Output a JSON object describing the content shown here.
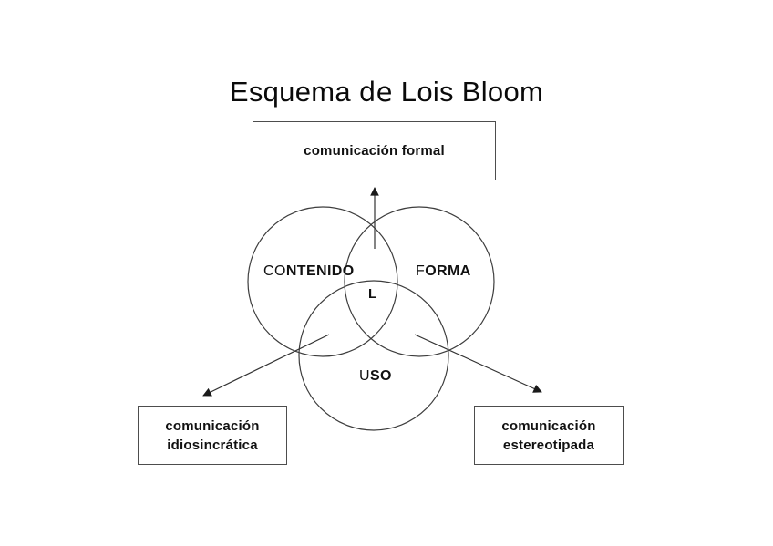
{
  "title": {
    "part1": "Esquema",
    "part2": "de",
    "part3": "Lois Bloom",
    "full": "Esquema de Lois Bloom"
  },
  "boxes": {
    "top": {
      "lines": [
        "comunicación formal"
      ]
    },
    "bottom_left": {
      "lines": [
        "comunicación",
        "idiosincrática"
      ]
    },
    "bottom_right": {
      "lines": [
        "comunicación",
        "estereotipada"
      ]
    }
  },
  "venn": {
    "contenido": {
      "light": "CO",
      "bold": "NTENIDO",
      "full": "CONTENIDO"
    },
    "forma": {
      "light": "F",
      "bold": "ORMA",
      "full": "FORMA"
    },
    "uso": {
      "light": "U",
      "bold": "SO",
      "full": "USO"
    },
    "center": "L"
  },
  "colors": {
    "background": "#ffffff",
    "text": "#111111",
    "circle_stroke": "#3d3d3d",
    "box_border": "#4d4d4d",
    "arrow": "#1a1a1a"
  }
}
